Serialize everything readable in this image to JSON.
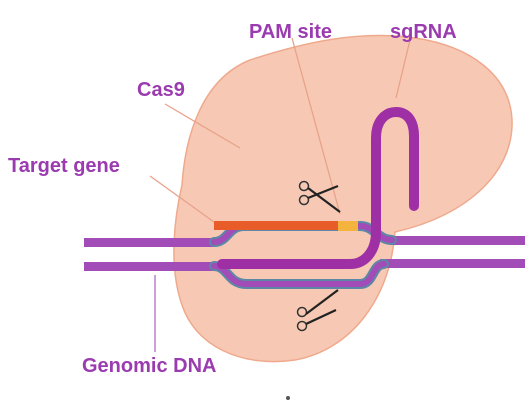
{
  "labels": {
    "pam_site": "PAM site",
    "sgrna": "sgRNA",
    "cas9": "Cas9",
    "target_gene": "Target gene",
    "genomic_dna": "Genomic DNA"
  },
  "colors": {
    "label_text": "#9b3bb0",
    "cas9_body": "#f7c9b4",
    "dna_strand": "#a24cb8",
    "strand_outline": "#5d87a6",
    "target_gene": "#e85c2a",
    "pam_site": "#f3b33d",
    "sgrna": "#9e2fa4",
    "leader_line": "#e8a28a"
  },
  "icons": {
    "top_cut": "scissors-icon",
    "bottom_cut": "scissors-icon"
  }
}
